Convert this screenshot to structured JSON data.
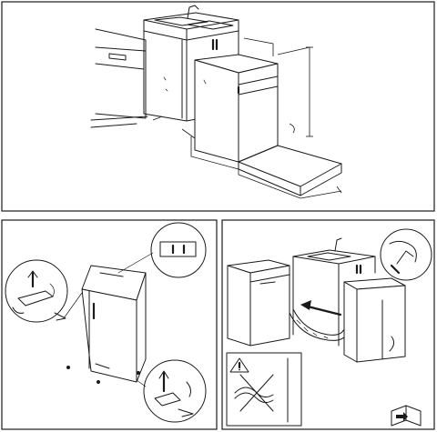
{
  "panels": {
    "top": "installation-dimensions",
    "bottom_left": "door-hinge-adjustment",
    "bottom_right": "slide-in-and-hose-routing"
  },
  "icons": {
    "warning": "warning-triangle-icon",
    "prohibited": "crossed-out-kinked-hose",
    "next_page": "next-page-book-icon"
  },
  "colors": {
    "line": "#1a1a1a",
    "background": "#ffffff"
  }
}
